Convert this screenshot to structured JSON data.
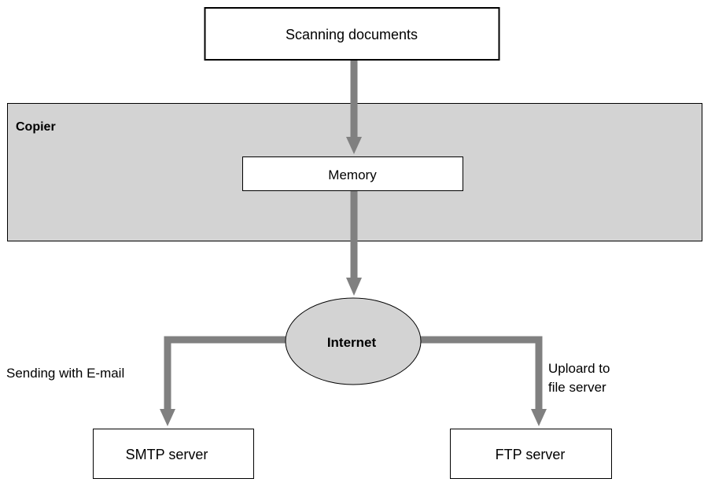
{
  "diagram": {
    "nodes": {
      "scanning": {
        "label": "Scanning documents"
      },
      "copier": {
        "label": "Copier"
      },
      "memory": {
        "label": "Memory"
      },
      "internet": {
        "label": "Internet"
      },
      "smtp": {
        "label": "SMTP server"
      },
      "ftp": {
        "label": "FTP server"
      }
    },
    "edges": {
      "email": {
        "label": "Sending with E-mail"
      },
      "upload": {
        "line1": "Uploard to",
        "line2": "file server"
      }
    },
    "colors": {
      "copier_fill": "#d3d3d3",
      "arrow": "#808080",
      "internet_fill": "#d3d3d3",
      "box_stroke": "#000000",
      "box_fill": "#ffffff"
    }
  }
}
